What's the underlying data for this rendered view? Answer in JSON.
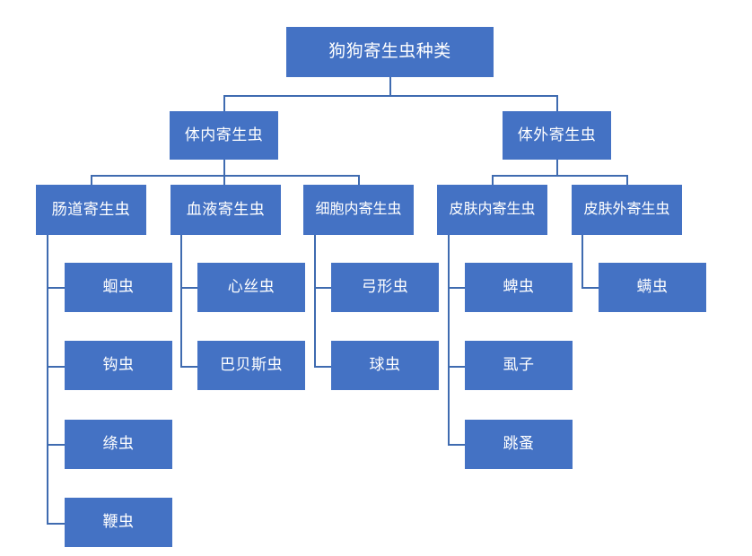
{
  "diagram": {
    "title": "狗狗寄生虫种类",
    "type": "hierarchy-tree",
    "colors": {
      "node_fill": "#4472C4",
      "node_text": "#FFFFFF",
      "connector": "#3F6BB0",
      "background": "#FFFFFF"
    },
    "root": {
      "label": "狗狗寄生虫种类"
    },
    "level2": [
      {
        "label": "体内寄生虫"
      },
      {
        "label": "体外寄生虫"
      }
    ],
    "level3": [
      {
        "label": "肠道寄生虫",
        "parent": "体内寄生虫"
      },
      {
        "label": "血液寄生虫",
        "parent": "体内寄生虫"
      },
      {
        "label": "细胞内寄生虫",
        "parent": "体内寄生虫"
      },
      {
        "label": "皮肤内寄生虫",
        "parent": "体外寄生虫"
      },
      {
        "label": "皮肤外寄生虫",
        "parent": "体外寄生虫"
      }
    ],
    "leaves": {
      "intestinal": [
        {
          "label": "蛔虫"
        },
        {
          "label": "钩虫"
        },
        {
          "label": "绦虫"
        },
        {
          "label": "鞭虫"
        }
      ],
      "blood": [
        {
          "label": "心丝虫"
        },
        {
          "label": "巴贝斯虫"
        }
      ],
      "intracellular": [
        {
          "label": "弓形虫"
        },
        {
          "label": "球虫"
        }
      ],
      "skin_internal": [
        {
          "label": "蜱虫"
        },
        {
          "label": "虱子"
        },
        {
          "label": "跳蚤"
        }
      ],
      "skin_external": [
        {
          "label": "螨虫"
        }
      ]
    }
  }
}
